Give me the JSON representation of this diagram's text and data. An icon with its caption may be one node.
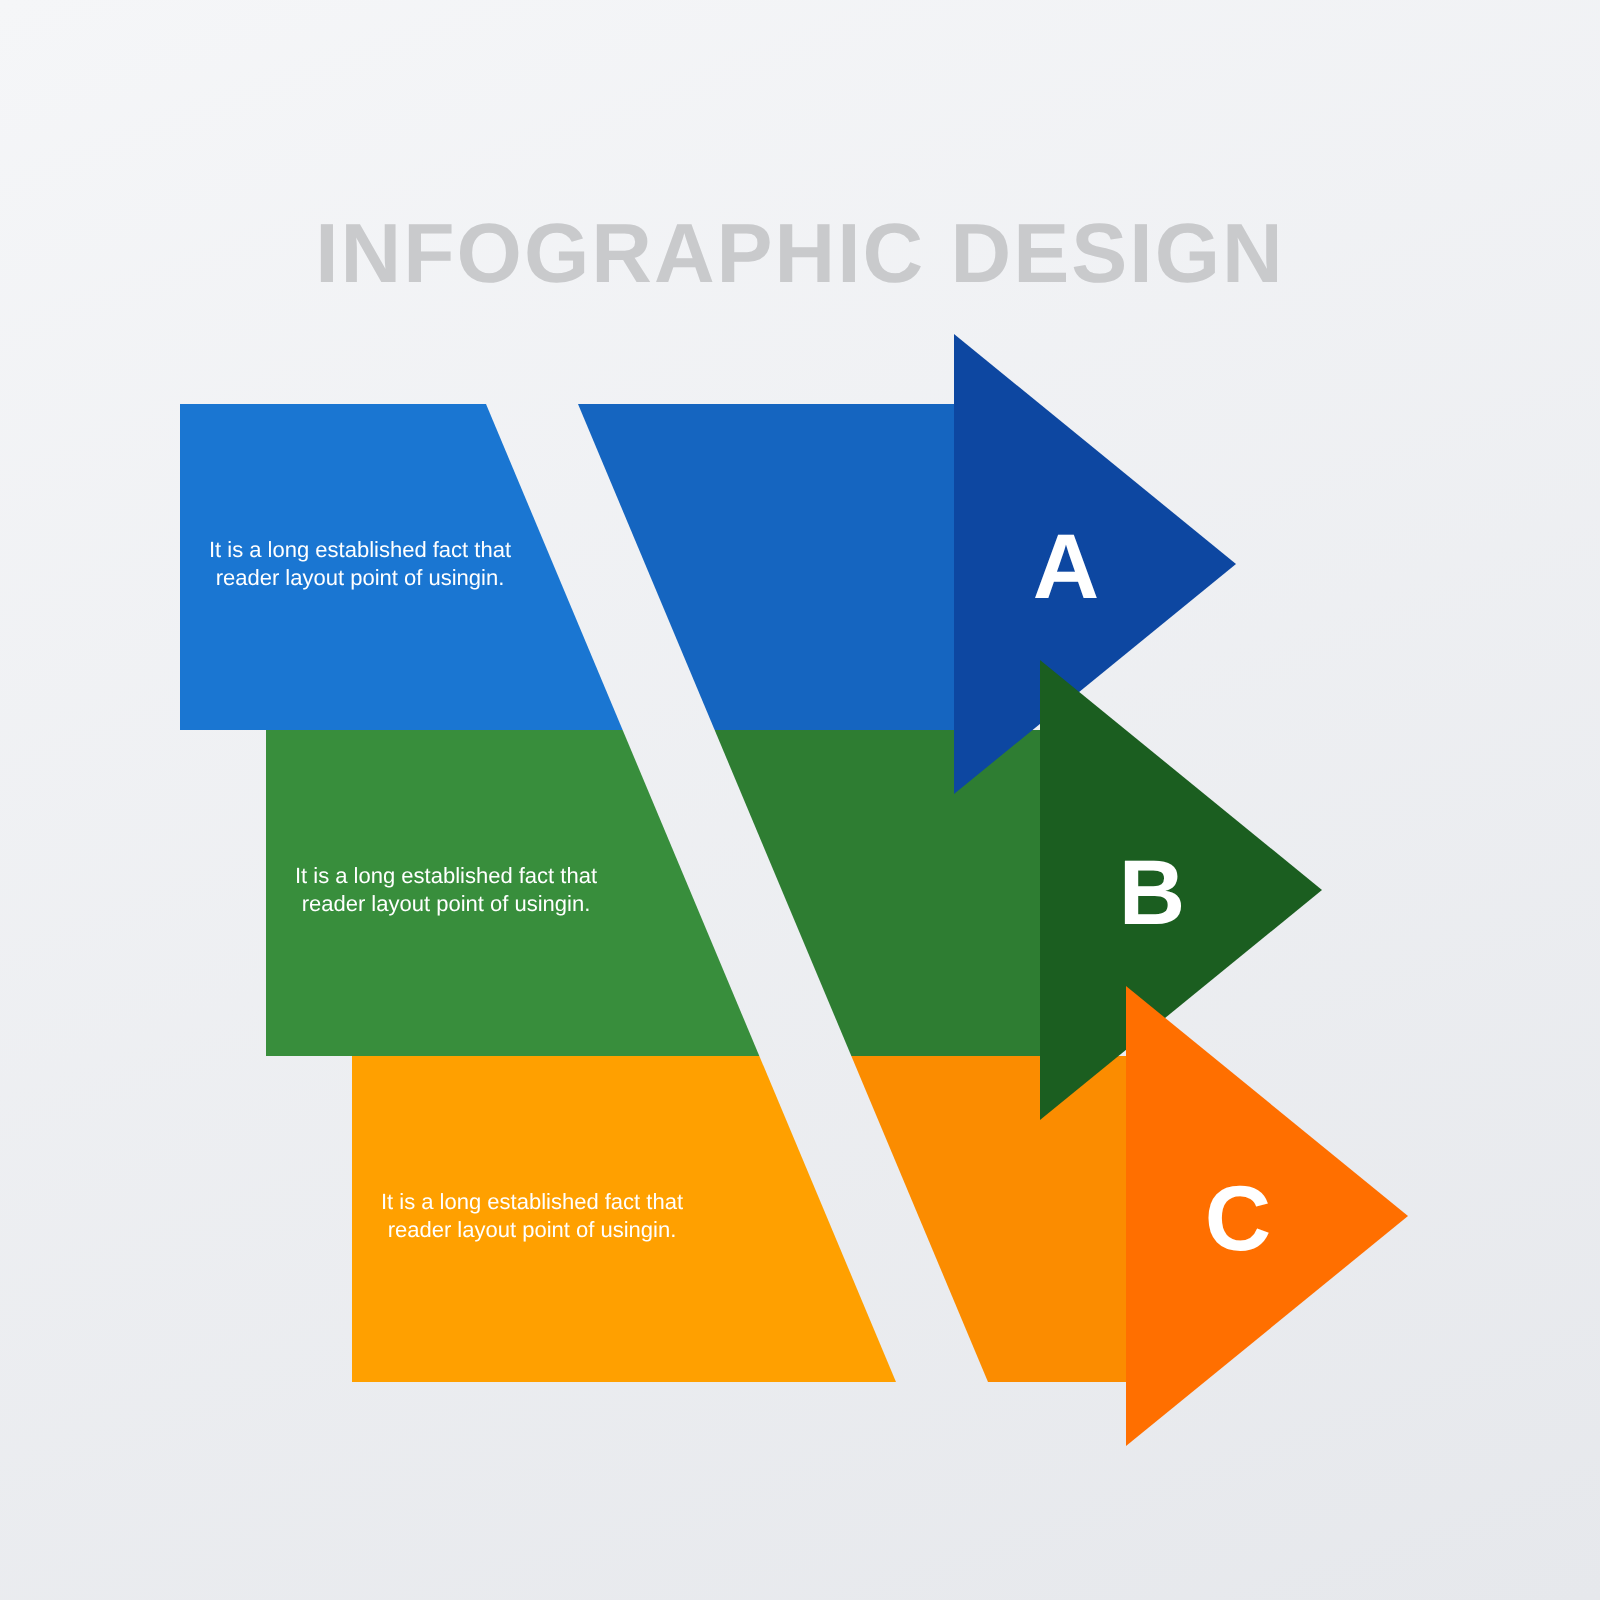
{
  "diagram": {
    "title": "INFOGRAPHIC DESIGN",
    "nodes": [
      {
        "text": [
          "It is a long established fact that  reader layout point of usingin."
        ]
      },
      {
        "text": [
          "A"
        ]
      },
      {
        "text": [
          "It is a long established fact that  reader layout point of usingin."
        ]
      },
      {
        "text": [
          "B"
        ]
      },
      {
        "text": [
          "It is a long established fact that  reader layout point of usingin."
        ]
      },
      {
        "text": [
          "C"
        ]
      }
    ]
  }
}
